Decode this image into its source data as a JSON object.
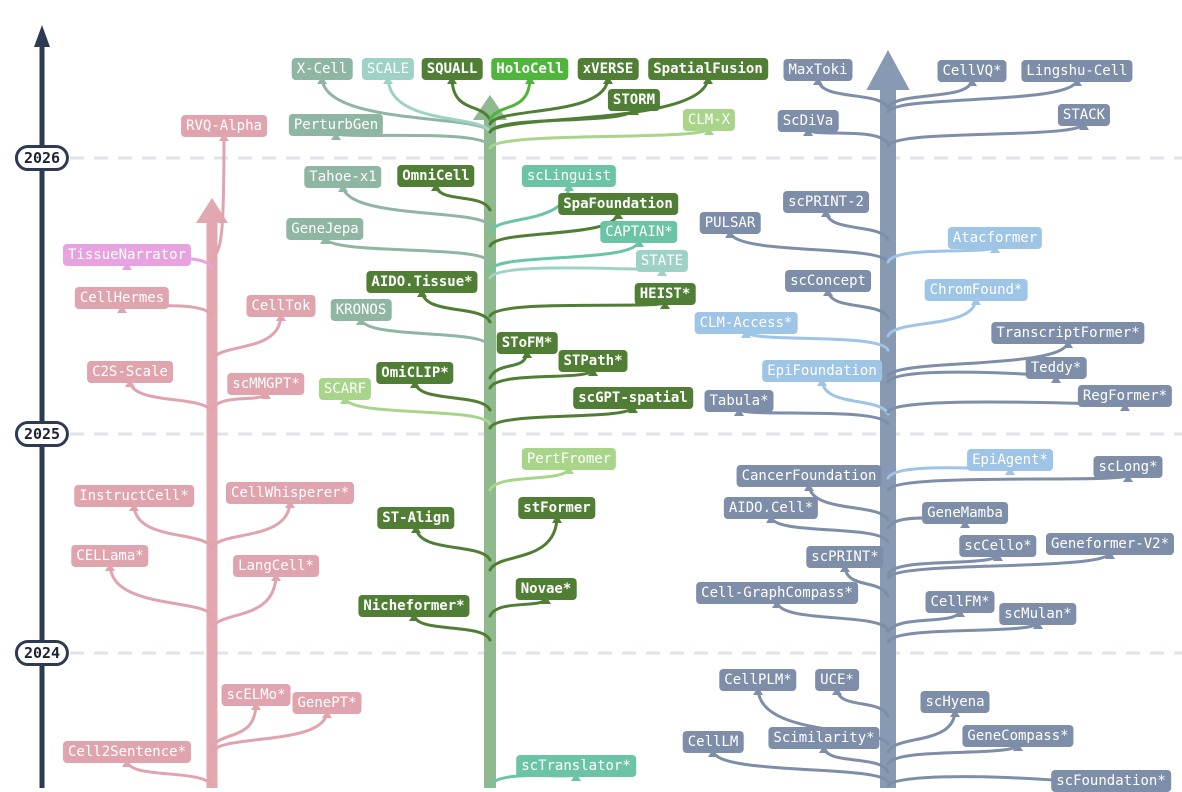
{
  "colors": {
    "timeline_axis": "#2e3a52",
    "grid_dash": "#dfe3ea",
    "pink_trunk": "#e3a7b0",
    "pink_node": "#e0a4ae",
    "magenta_node": "#e7a3e0",
    "green_trunk": "#8fba8d",
    "dark_green": "#4f7e34",
    "bright_green": "#4fb53b",
    "light_green": "#a8d58a",
    "grey_green": "#8fb6a2",
    "teal": "#6cc4a6",
    "light_teal": "#9fd2c6",
    "slate_trunk": "#8799b3",
    "slate_node": "#7e8ea9",
    "light_blue": "#9ec4e6"
  },
  "timeline": {
    "years": [
      {
        "label": "2026",
        "key": "y2026"
      },
      {
        "label": "2025",
        "key": "y2025"
      },
      {
        "label": "2024",
        "key": "y2024"
      }
    ]
  },
  "trees": {
    "pink": {
      "nodes": [
        {
          "label": "RVQ-Alpha",
          "color": "pink_node"
        },
        {
          "label": "TissueNarrator",
          "color": "magenta_node"
        },
        {
          "label": "CellHermes",
          "color": "pink_node"
        },
        {
          "label": "CellTok",
          "color": "pink_node"
        },
        {
          "label": "C2S-Scale",
          "color": "pink_node"
        },
        {
          "label": "scMMGPT*",
          "color": "pink_node"
        },
        {
          "label": "InstructCell*",
          "color": "pink_node"
        },
        {
          "label": "CellWhisperer*",
          "color": "pink_node"
        },
        {
          "label": "CELLama*",
          "color": "pink_node"
        },
        {
          "label": "LangCell*",
          "color": "pink_node"
        },
        {
          "label": "scELMo*",
          "color": "pink_node"
        },
        {
          "label": "GenePT*",
          "color": "pink_node"
        },
        {
          "label": "Cell2Sentence*",
          "color": "pink_node"
        }
      ]
    },
    "green": {
      "nodes": [
        {
          "label": "X-Cell",
          "color": "grey_green"
        },
        {
          "label": "SCALE",
          "color": "light_teal"
        },
        {
          "label": "SQUALL",
          "color": "dark_green"
        },
        {
          "label": "HoloCell",
          "color": "bright_green"
        },
        {
          "label": "xVERSE",
          "color": "dark_green"
        },
        {
          "label": "SpatialFusion",
          "color": "dark_green"
        },
        {
          "label": "STORM",
          "color": "dark_green"
        },
        {
          "label": "PerturbGen",
          "color": "grey_green"
        },
        {
          "label": "CLM-X",
          "color": "light_green"
        },
        {
          "label": "Tahoe-x1",
          "color": "grey_green"
        },
        {
          "label": "OmniCell",
          "color": "dark_green"
        },
        {
          "label": "scLinguist",
          "color": "teal"
        },
        {
          "label": "SpaFoundation",
          "color": "dark_green"
        },
        {
          "label": "GeneJepa",
          "color": "grey_green"
        },
        {
          "label": "CAPTAIN*",
          "color": "teal"
        },
        {
          "label": "STATE",
          "color": "light_teal"
        },
        {
          "label": "AIDO.Tissue*",
          "color": "dark_green"
        },
        {
          "label": "HEIST*",
          "color": "dark_green"
        },
        {
          "label": "KRONOS",
          "color": "grey_green"
        },
        {
          "label": "SToFM*",
          "color": "dark_green"
        },
        {
          "label": "STPath*",
          "color": "dark_green"
        },
        {
          "label": "OmiCLIP*",
          "color": "dark_green"
        },
        {
          "label": "SCARF",
          "color": "light_green"
        },
        {
          "label": "scGPT-spatial",
          "color": "dark_green"
        },
        {
          "label": "PertFromer",
          "color": "light_green"
        },
        {
          "label": "ST-Align",
          "color": "dark_green"
        },
        {
          "label": "stFormer",
          "color": "dark_green"
        },
        {
          "label": "Novae*",
          "color": "dark_green"
        },
        {
          "label": "Nicheformer*",
          "color": "dark_green"
        },
        {
          "label": "scTranslator*",
          "color": "teal"
        }
      ]
    },
    "slate": {
      "nodes": [
        {
          "label": "MaxToki",
          "color": "slate_node"
        },
        {
          "label": "CellVQ*",
          "color": "slate_node"
        },
        {
          "label": "Lingshu-Cell",
          "color": "slate_node"
        },
        {
          "label": "ScDiVa",
          "color": "slate_node"
        },
        {
          "label": "STACK",
          "color": "slate_node"
        },
        {
          "label": "scPRINT-2",
          "color": "slate_node"
        },
        {
          "label": "PULSAR",
          "color": "slate_node"
        },
        {
          "label": "Atacformer",
          "color": "light_blue"
        },
        {
          "label": "scConcept",
          "color": "slate_node"
        },
        {
          "label": "ChromFound*",
          "color": "light_blue"
        },
        {
          "label": "CLM-Access*",
          "color": "light_blue"
        },
        {
          "label": "TranscriptFormer*",
          "color": "slate_node"
        },
        {
          "label": "EpiFoundation",
          "color": "light_blue"
        },
        {
          "label": "Teddy*",
          "color": "slate_node"
        },
        {
          "label": "Tabula*",
          "color": "slate_node"
        },
        {
          "label": "RegFormer*",
          "color": "slate_node"
        },
        {
          "label": "CancerFoundation",
          "color": "slate_node"
        },
        {
          "label": "EpiAgent*",
          "color": "light_blue"
        },
        {
          "label": "scLong*",
          "color": "slate_node"
        },
        {
          "label": "AIDO.Cell*",
          "color": "slate_node"
        },
        {
          "label": "GeneMamba",
          "color": "slate_node"
        },
        {
          "label": "scPRINT*",
          "color": "slate_node"
        },
        {
          "label": "scCello*",
          "color": "slate_node"
        },
        {
          "label": "Geneformer-V2*",
          "color": "slate_node"
        },
        {
          "label": "Cell-GraphCompass*",
          "color": "slate_node"
        },
        {
          "label": "CellFM*",
          "color": "slate_node"
        },
        {
          "label": "scMulan*",
          "color": "slate_node"
        },
        {
          "label": "CellPLM*",
          "color": "slate_node"
        },
        {
          "label": "UCE*",
          "color": "slate_node"
        },
        {
          "label": "scHyena",
          "color": "slate_node"
        },
        {
          "label": "CellLM",
          "color": "slate_node"
        },
        {
          "label": "Scimilarity*",
          "color": "slate_node"
        },
        {
          "label": "GeneCompass*",
          "color": "slate_node"
        },
        {
          "label": "scFoundation*",
          "color": "slate_node"
        }
      ]
    }
  }
}
